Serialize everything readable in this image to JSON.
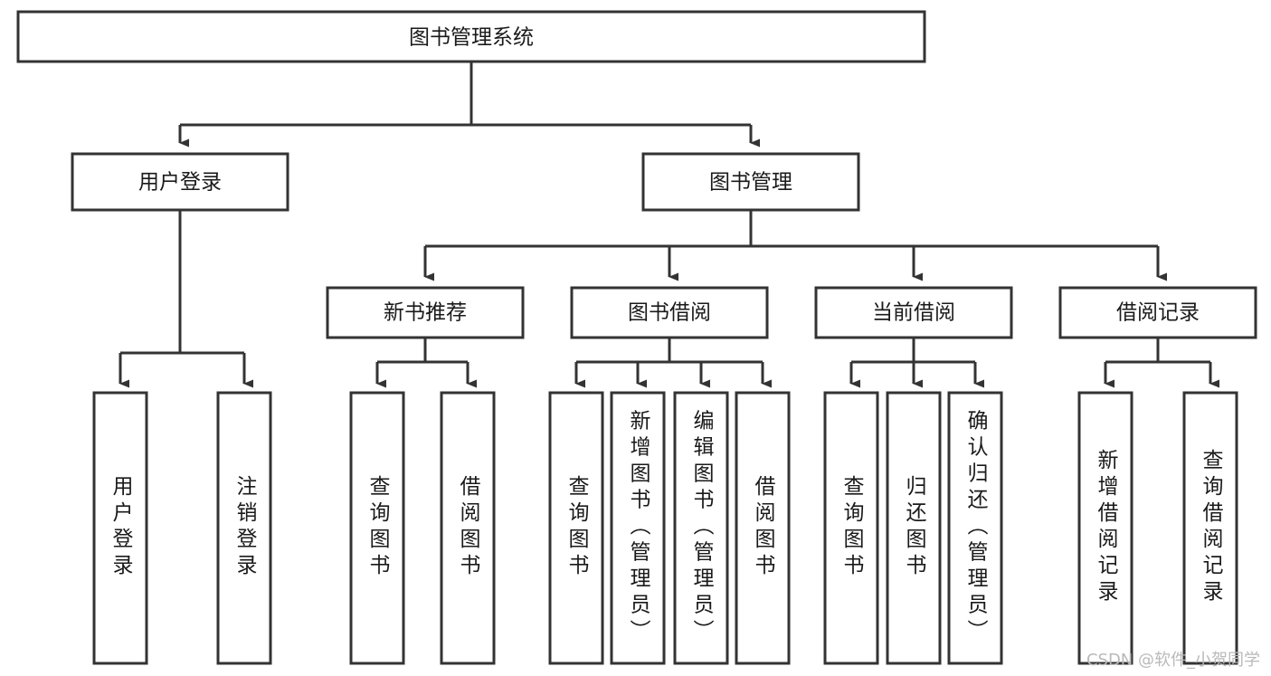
{
  "diagram": {
    "title": "图书管理系统",
    "type": "tree-hierarchy-diagram",
    "watermark": "CSDN @软件_小贺同学",
    "colors": {
      "stroke": "#333333",
      "fill": "#ffffff",
      "text": "#1a1a1a",
      "watermark": "#b9b9b9"
    },
    "root": {
      "label": "图书管理系统"
    },
    "level2": [
      {
        "label": "用户登录"
      },
      {
        "label": "图书管理"
      }
    ],
    "level3": [
      {
        "label": "新书推荐"
      },
      {
        "label": "图书借阅"
      },
      {
        "label": "当前借阅"
      },
      {
        "label": "借阅记录"
      }
    ],
    "leaves": {
      "user_login": [
        {
          "label": "用户登录"
        },
        {
          "label": "注销登录"
        }
      ],
      "new_book_recommend": [
        {
          "label": "查询图书"
        },
        {
          "label": "借阅图书"
        }
      ],
      "book_borrow": [
        {
          "label": "查询图书"
        },
        {
          "label": "新增图书（管理员）"
        },
        {
          "label": "编辑图书（管理员）"
        },
        {
          "label": "借阅图书"
        }
      ],
      "current_borrow": [
        {
          "label": "查询图书"
        },
        {
          "label": "归还图书"
        },
        {
          "label": "确认归还（管理员）"
        }
      ],
      "borrow_record": [
        {
          "label": "新增借阅记录"
        },
        {
          "label": "查询借阅记录"
        }
      ]
    }
  }
}
